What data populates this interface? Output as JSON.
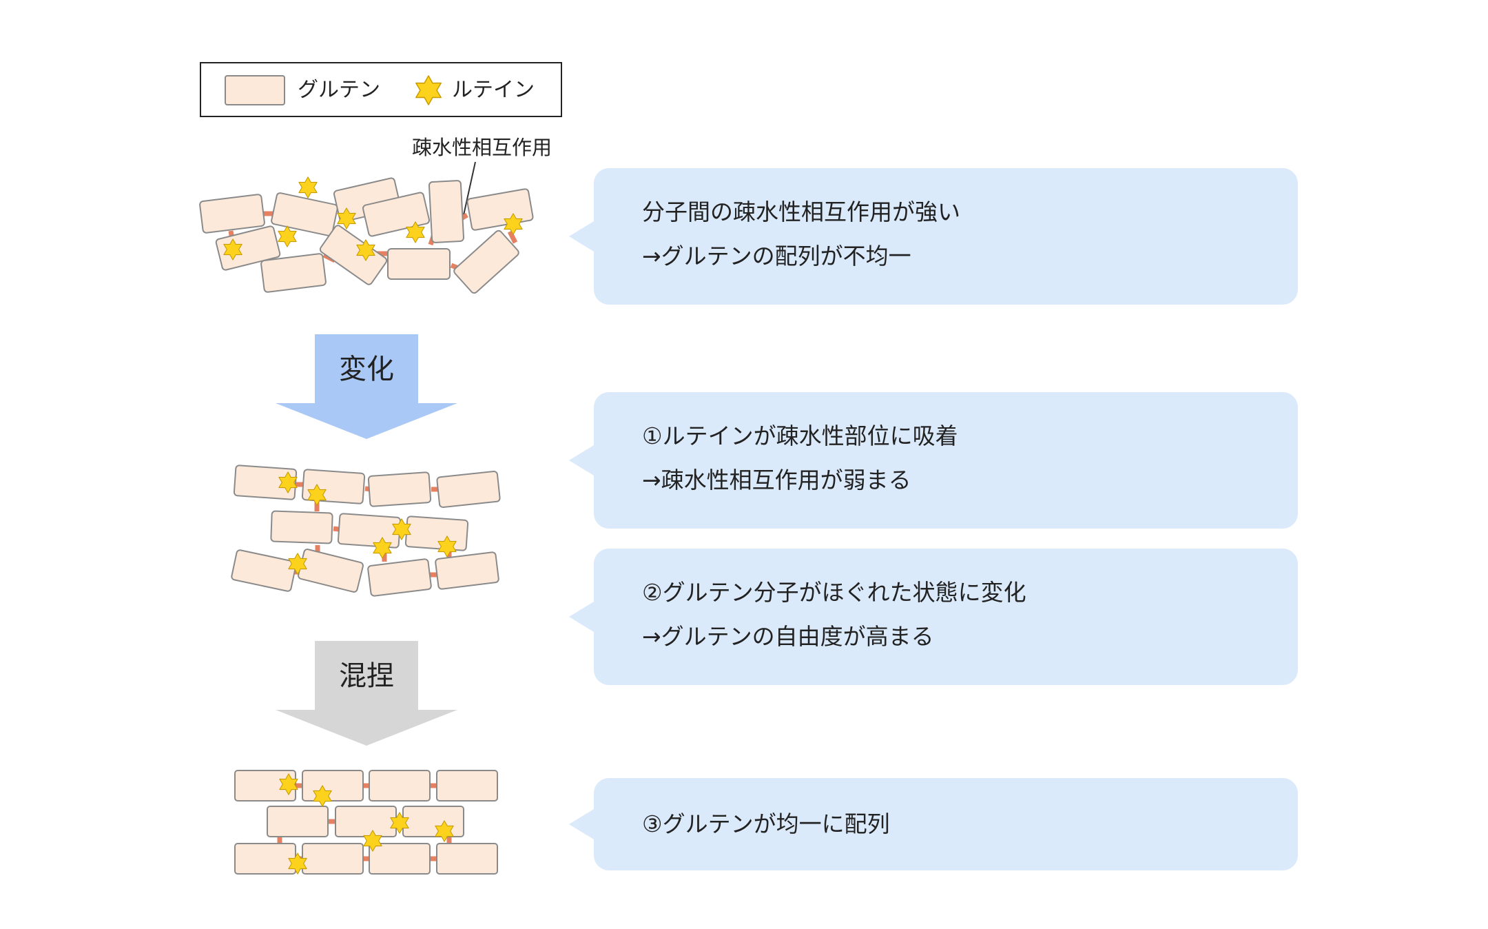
{
  "legend": {
    "gluten_label": "グルテン",
    "lutein_label": "ルテイン"
  },
  "callout": "疎水性相互作用",
  "arrows": {
    "change": "変化",
    "knead": "混捏"
  },
  "notes": [
    {
      "line1": "分子間の疎水性相互作用が強い",
      "line2": "→グルテンの配列が不均一"
    },
    {
      "line1": "①ルテインが疎水性部位に吸着",
      "line2": "→疎水性相互作用が弱まる"
    },
    {
      "line1": "②グルテン分子がほぐれた状態に変化",
      "line2": "→グルテンの自由度が高まる"
    },
    {
      "line1": "③グルテンが均一に配列"
    }
  ],
  "colors": {
    "gluten_fill": "#fde9d9",
    "gluten_stroke": "#8a8a8a",
    "link": "#e58060",
    "star_fill": "#fcd21c",
    "star_stroke": "#c89b00",
    "note_bg": "#dbeafb",
    "arrow_change": "#a9c8f5",
    "arrow_knead": "#d6d6d6"
  },
  "icons": {
    "gluten": "rounded-rectangle",
    "lutein": "six-point-star"
  }
}
